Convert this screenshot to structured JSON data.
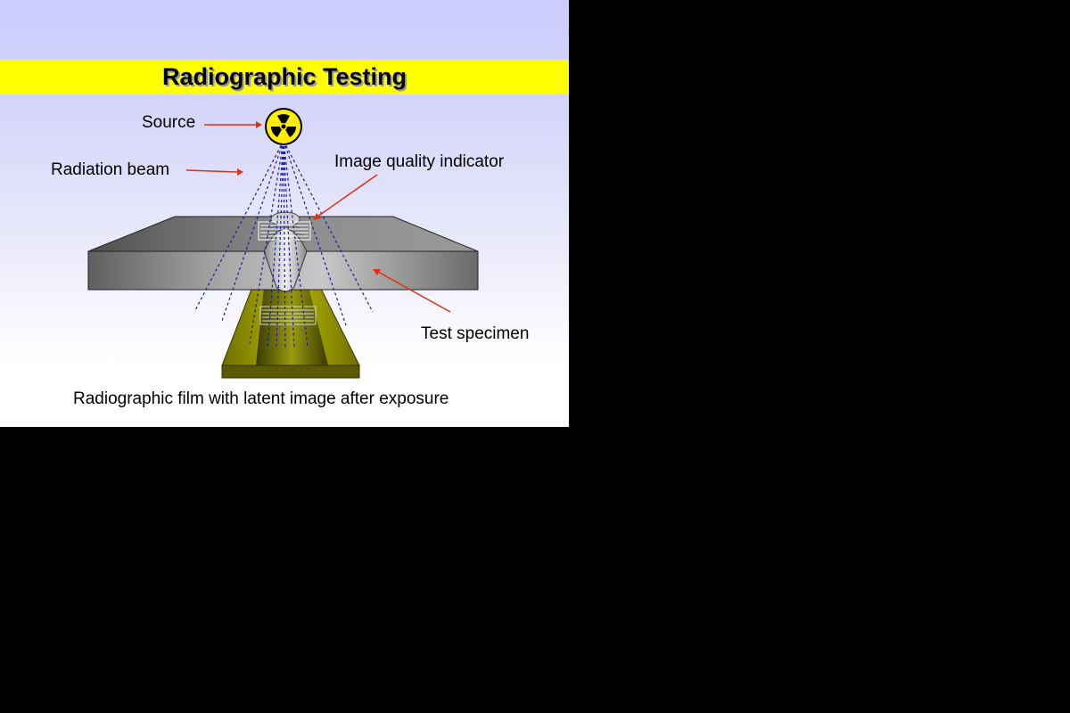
{
  "slide": {
    "title": "Radiographic Testing",
    "labels": {
      "source": "Source",
      "radiation_beam": "Radiation beam",
      "image_quality_indicator": "Image quality indicator",
      "test_specimen": "Test specimen",
      "film_caption": "Radiographic film with latent image after exposure"
    },
    "icons": {
      "source": "radiation-trefoil-icon"
    },
    "colors": {
      "background_top": "#ccccff",
      "title_bar": "#ffff00",
      "arrow": "#e03010",
      "beam": "#1a1a99",
      "film": "#8a8a00",
      "specimen": "#7a7a7a",
      "page_background": "#000000"
    }
  }
}
